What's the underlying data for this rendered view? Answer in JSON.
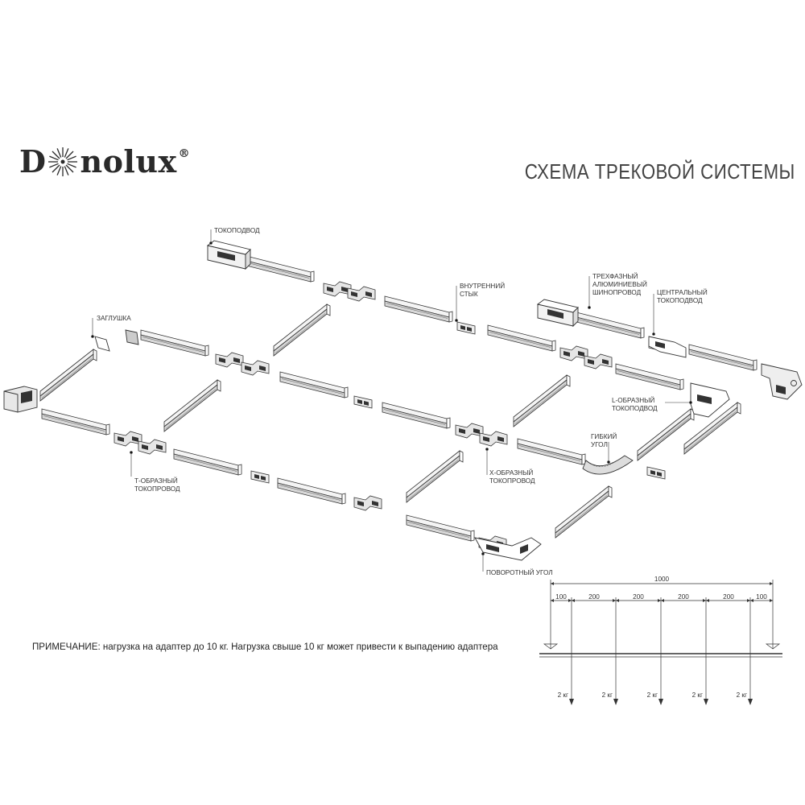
{
  "brand": {
    "pre": "D",
    "post": "nolux",
    "reg": "®"
  },
  "title": "СХЕМА ТРЕКОВОЙ СИСТЕМЫ",
  "labels": {
    "feed": "ТОКОПОДВОД",
    "end_cap": "ЗАГЛУШКА",
    "inner_joint_1": "ВНУТРЕННИЙ",
    "inner_joint_2": "СТЫК",
    "busbar_1": "ТРЕХФАЗНЫЙ",
    "busbar_2": "АЛЮМИНИЕВЫЙ",
    "busbar_3": "ШИНОПРОВОД",
    "central_1": "ЦЕНТРАЛЬНЫЙ",
    "central_2": "ТОКОПОДВОД",
    "l_1": "L-ОБРАЗНЫЙ",
    "l_2": "ТОКОПОДВОД",
    "flex_1": "ГИБКИЙ",
    "flex_2": "УГОЛ",
    "x_1": "X-ОБРАЗНЫЙ",
    "x_2": "ТОКОПРОВОД",
    "t_1": "Т-ОБРАЗНЫЙ",
    "t_2": "ТОКОПРОВОД",
    "corner": "ПОВОРОТНЫЙ УГОЛ"
  },
  "note": "ПРИМЕЧАНИЕ: нагрузка на адаптер до 10 кг. Нагрузка свыше 10 кг может привести к выпадению адаптера",
  "load_scheme": {
    "total": "1000",
    "segments": [
      "100",
      "200",
      "200",
      "200",
      "200",
      "100"
    ],
    "loads": [
      "2 кг",
      "2 кг",
      "2 кг",
      "2 кг",
      "2 кг"
    ]
  }
}
